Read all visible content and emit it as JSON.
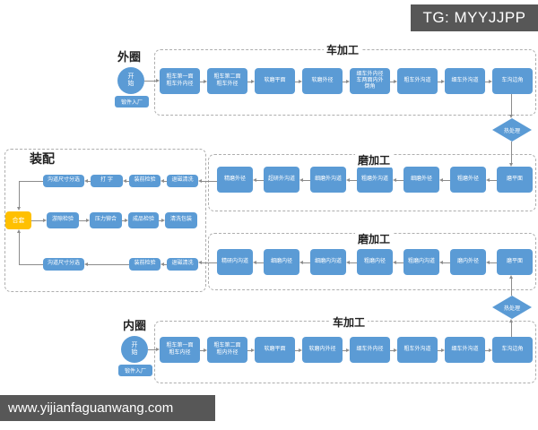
{
  "badge": {
    "text": "TG: MYYJJPP"
  },
  "watermark": {
    "text": "www.yijianfaguanwang.com"
  },
  "colors": {
    "box_blue": "#5B9BD5",
    "merge_orange": "#FFC000",
    "banner_gray": "#575757",
    "line_gray": "#8c8c8c"
  },
  "outer_turning": {
    "ring_label": "外圈",
    "process_label": "车加工",
    "start_label": "开始",
    "input_label": "锻件入厂",
    "steps": [
      "粗车第一面\n粗车外内径",
      "粗车第二面\n粗车外径",
      "软磨平面",
      "软磨外径",
      "细车外内径\n车两面内外\n倒角",
      "粗车外沟道",
      "细车外沟道",
      "车沟边角"
    ]
  },
  "outer_grinding": {
    "process_label": "磨加工",
    "steps": [
      "精磨外径",
      "超研外沟道",
      "细磨外沟道",
      "粗磨外沟道",
      "细磨外径",
      "粗磨外径",
      "磨平面"
    ]
  },
  "inner_grinding": {
    "process_label": "磨加工",
    "steps": [
      "精研内沟道",
      "细磨内径",
      "细磨内沟道",
      "粗磨内径",
      "粗磨内沟道",
      "磨内外径",
      "磨平面"
    ]
  },
  "inner_turning": {
    "ring_label": "内圈",
    "process_label": "车加工",
    "start_label": "开始",
    "input_label": "锻件入厂",
    "steps": [
      "粗车第一面\n粗车内径",
      "粗车第二面\n粗内外径",
      "软磨平面",
      "软磨内外径",
      "细车外内径",
      "粗车外沟道",
      "细车外沟道",
      "车沟边角"
    ]
  },
  "assembly": {
    "label": "装配",
    "merge_label": "合套",
    "top_steps": [
      "沟道尺寸分选",
      "打  字",
      "装前检验",
      "退磁清洗"
    ],
    "middle_steps": [
      "游隙检验",
      "压力铆合",
      "成品检验",
      "清洗包装"
    ],
    "bottom_steps": [
      "沟道尺寸分选",
      "装前检验",
      "退磁清洗"
    ]
  },
  "heat_treatment_top": {
    "label": "热处理"
  },
  "heat_treatment_bottom": {
    "label": "热处理"
  }
}
